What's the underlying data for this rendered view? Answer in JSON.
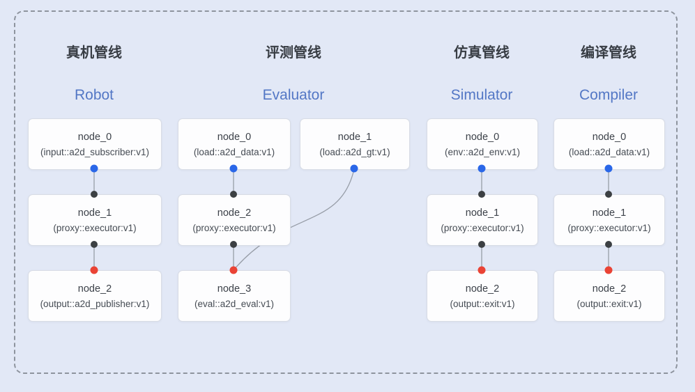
{
  "colors": {
    "background": "#e2e8f6",
    "frame_dash": "#8e949e",
    "edge": "#979da7",
    "blue_port": "#2a67e8",
    "black_port": "#3c4043",
    "red_port": "#ea4335",
    "title_zh": "#383d44",
    "title_en": "#5377c5",
    "node_bg": "#fdfdfe",
    "node_border": "#d8dce5"
  },
  "pipelines": [
    {
      "title_zh": "真机管线",
      "title_en": "Robot",
      "nodes": [
        {
          "name": "node_0",
          "impl": "(input::a2d_subscriber:v1)"
        },
        {
          "name": "node_1",
          "impl": "(proxy::executor:v1)"
        },
        {
          "name": "node_2",
          "impl": "(output::a2d_publisher:v1)"
        }
      ]
    },
    {
      "title_zh": "评测管线",
      "title_en": "Evaluator",
      "nodes": [
        {
          "name": "node_0",
          "impl": "(load::a2d_data:v1)"
        },
        {
          "name": "node_1",
          "impl": "(load::a2d_gt:v1)"
        },
        {
          "name": "node_2",
          "impl": "(proxy::executor:v1)"
        },
        {
          "name": "node_3",
          "impl": "(eval::a2d_eval:v1)"
        }
      ]
    },
    {
      "title_zh": "仿真管线",
      "title_en": "Simulator",
      "nodes": [
        {
          "name": "node_0",
          "impl": "(env::a2d_env:v1)"
        },
        {
          "name": "node_1",
          "impl": "(proxy::executor:v1)"
        },
        {
          "name": "node_2",
          "impl": "(output::exit:v1)"
        }
      ]
    },
    {
      "title_zh": "编译管线",
      "title_en": "Compiler",
      "nodes": [
        {
          "name": "node_0",
          "impl": "(load::a2d_data:v1)"
        },
        {
          "name": "node_1",
          "impl": "(proxy::executor:v1)"
        },
        {
          "name": "node_2",
          "impl": "(output::exit:v1)"
        }
      ]
    }
  ]
}
